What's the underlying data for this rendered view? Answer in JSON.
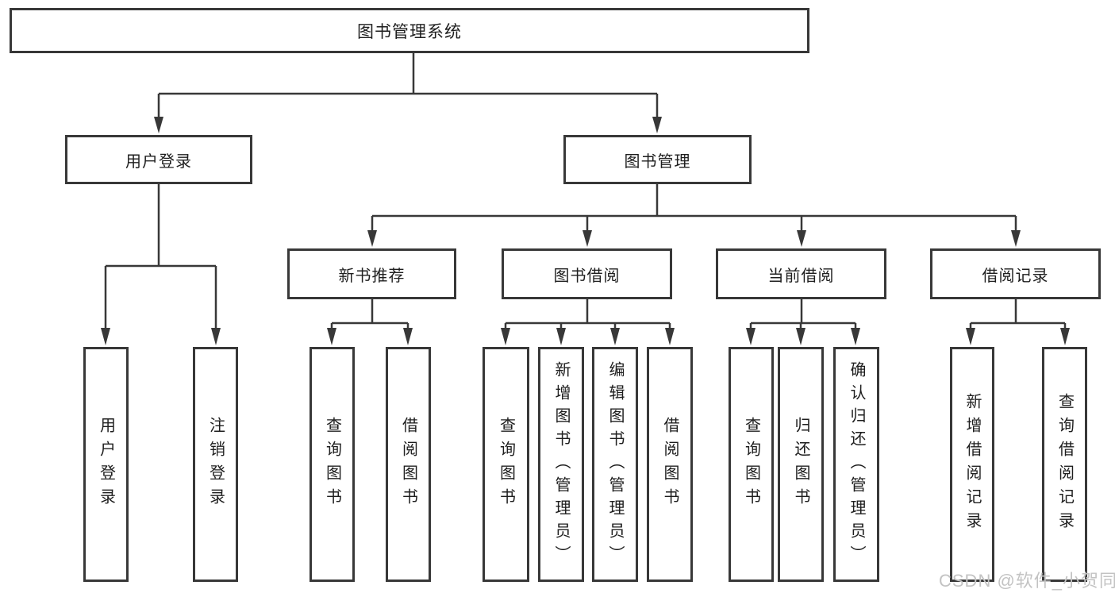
{
  "tree": {
    "label": "图书管理系统",
    "children": [
      {
        "label": "用户登录",
        "children": [
          {
            "label": "用户登录"
          },
          {
            "label": "注销登录"
          }
        ]
      },
      {
        "label": "图书管理",
        "children": [
          {
            "label": "新书推荐",
            "children": [
              {
                "label": "查询图书"
              },
              {
                "label": "借阅图书"
              }
            ]
          },
          {
            "label": "图书借阅",
            "children": [
              {
                "label": "查询图书"
              },
              {
                "label": "新增图书（管理员）"
              },
              {
                "label": "编辑图书（管理员）"
              },
              {
                "label": "借阅图书"
              }
            ]
          },
          {
            "label": "当前借阅",
            "children": [
              {
                "label": "查询图书"
              },
              {
                "label": "归还图书"
              },
              {
                "label": "确认归还（管理员）"
              }
            ]
          },
          {
            "label": "借阅记录",
            "children": [
              {
                "label": "新增借阅记录"
              },
              {
                "label": "查询借阅记录"
              }
            ]
          }
        ]
      }
    ]
  },
  "watermark": "CSDN @软件_小贺同学",
  "colors": {
    "line": "#383838",
    "box_border": "#383838",
    "text": "#1e1e1e",
    "watermark": "#c3c3c3",
    "background": "#ffffff"
  }
}
